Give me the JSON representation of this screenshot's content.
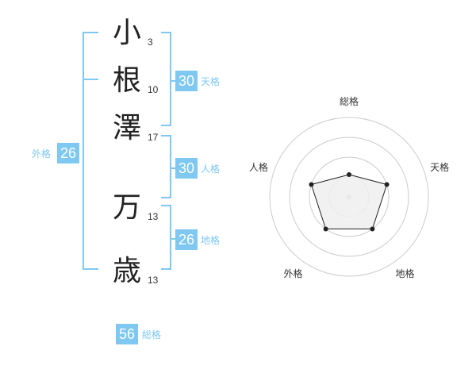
{
  "name_chars": [
    {
      "char": "小",
      "strokes": "3"
    },
    {
      "char": "根",
      "strokes": "10"
    },
    {
      "char": "澤",
      "strokes": "17"
    },
    {
      "char": "万",
      "strokes": "13"
    },
    {
      "char": "歳",
      "strokes": "13"
    }
  ],
  "fortune": {
    "tenkaku": {
      "value": "30",
      "label": "天格"
    },
    "jinkaku": {
      "value": "30",
      "label": "人格"
    },
    "chikaku": {
      "value": "26",
      "label": "地格"
    },
    "gaikaku": {
      "value": "26",
      "label": "外格"
    },
    "soukaku": {
      "value": "56",
      "label": "総格"
    }
  },
  "colors": {
    "accent": "#7ec8f2",
    "text": "#222222",
    "radar_ring": "#cccccc",
    "radar_fill": "#eeeeee",
    "radar_line": "#222222"
  },
  "chart_data": {
    "type": "radar",
    "axes": [
      "総格",
      "天格",
      "地格",
      "外格",
      "人格"
    ],
    "rings": 4,
    "values": [
      0.28,
      0.5,
      0.5,
      0.5,
      0.5
    ],
    "max": 1
  }
}
